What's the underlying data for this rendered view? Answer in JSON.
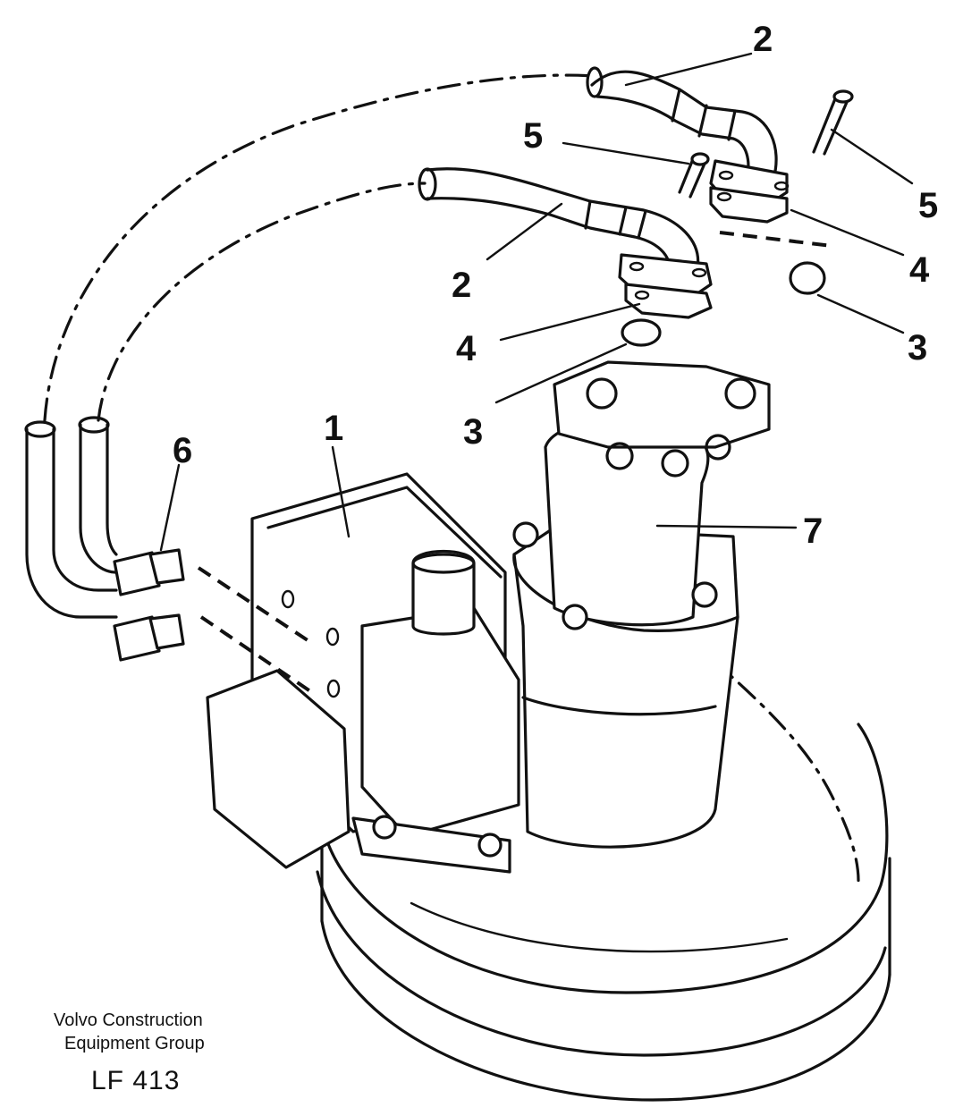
{
  "diagram": {
    "callouts": [
      {
        "id": "1",
        "label": "1"
      },
      {
        "id": "2a",
        "label": "2"
      },
      {
        "id": "2b",
        "label": "2"
      },
      {
        "id": "3a",
        "label": "3"
      },
      {
        "id": "3b",
        "label": "3"
      },
      {
        "id": "4a",
        "label": "4"
      },
      {
        "id": "4b",
        "label": "4"
      },
      {
        "id": "5a",
        "label": "5"
      },
      {
        "id": "5b",
        "label": "5"
      },
      {
        "id": "6",
        "label": "6"
      },
      {
        "id": "7",
        "label": "7"
      }
    ],
    "line_color": "#111111",
    "background": "#ffffff"
  },
  "footer": {
    "company_line_1": "Volvo Construction",
    "company_line_2": "Equipment Group",
    "drawing_code": "LF 413"
  }
}
